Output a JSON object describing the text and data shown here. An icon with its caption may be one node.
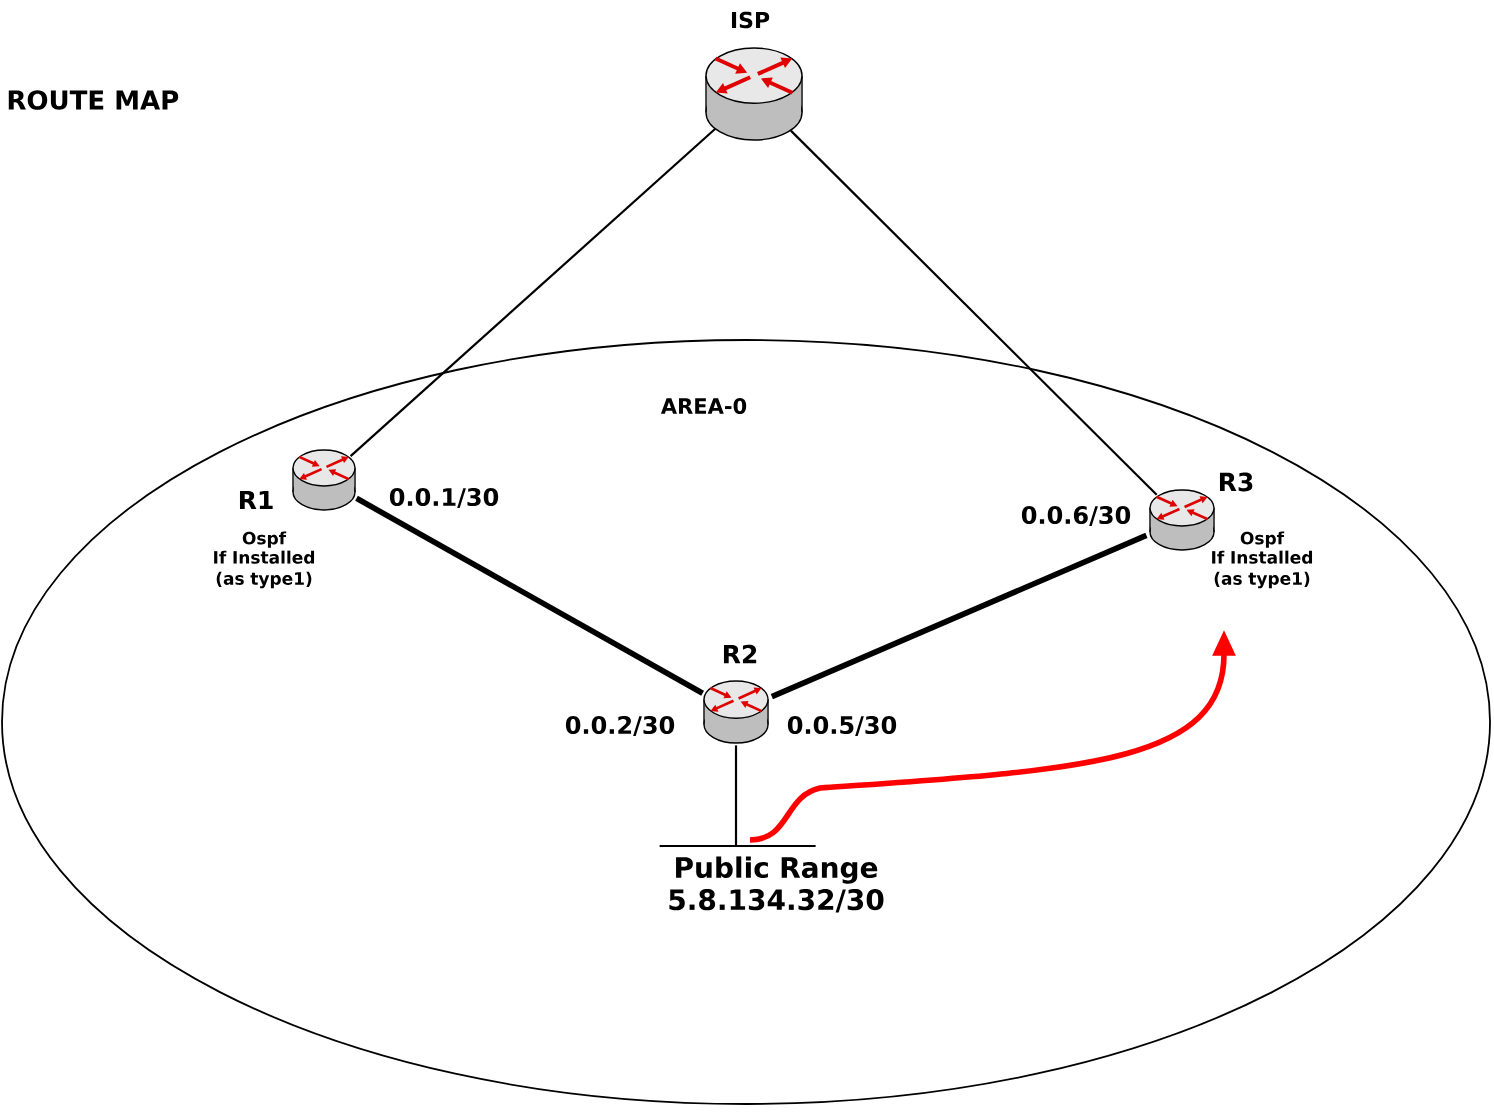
{
  "diagram": {
    "title": "ROUTE MAP",
    "nodes": [
      {
        "text": [
          "ISP"
        ]
      },
      {
        "text": [
          "AREA-0"
        ]
      },
      {
        "text": [
          "R1"
        ],
        "beside": [
          "0.0.1/30",
          "Ospf",
          "If Installed (as type1)"
        ],
        "in": 1
      },
      {
        "text": [
          "R3"
        ],
        "beside": [
          "0.0.6/30",
          "Ospf",
          "If Installed (as type1)"
        ],
        "in": 1
      },
      {
        "text": [
          "R2"
        ],
        "beside": [
          "0.0.2/30",
          "0.0.5/30"
        ],
        "in": 1
      },
      {
        "text": [
          "Public Range 5.8.134.32/30"
        ],
        "in": 1
      }
    ],
    "edges": [
      {
        "from": 0,
        "to": 2,
        "arrow": "none"
      },
      {
        "from": 0,
        "to": 3,
        "arrow": "none"
      },
      {
        "from": 2,
        "to": 4,
        "arrow": "none",
        "style": "thick"
      },
      {
        "from": 4,
        "to": 3,
        "arrow": "none",
        "style": "thick"
      },
      {
        "from": 4,
        "to": 5,
        "arrow": "none"
      },
      {
        "from": 5,
        "to": 3,
        "arrow": "to",
        "style": "thick",
        "color": "#ff0000"
      }
    ]
  }
}
